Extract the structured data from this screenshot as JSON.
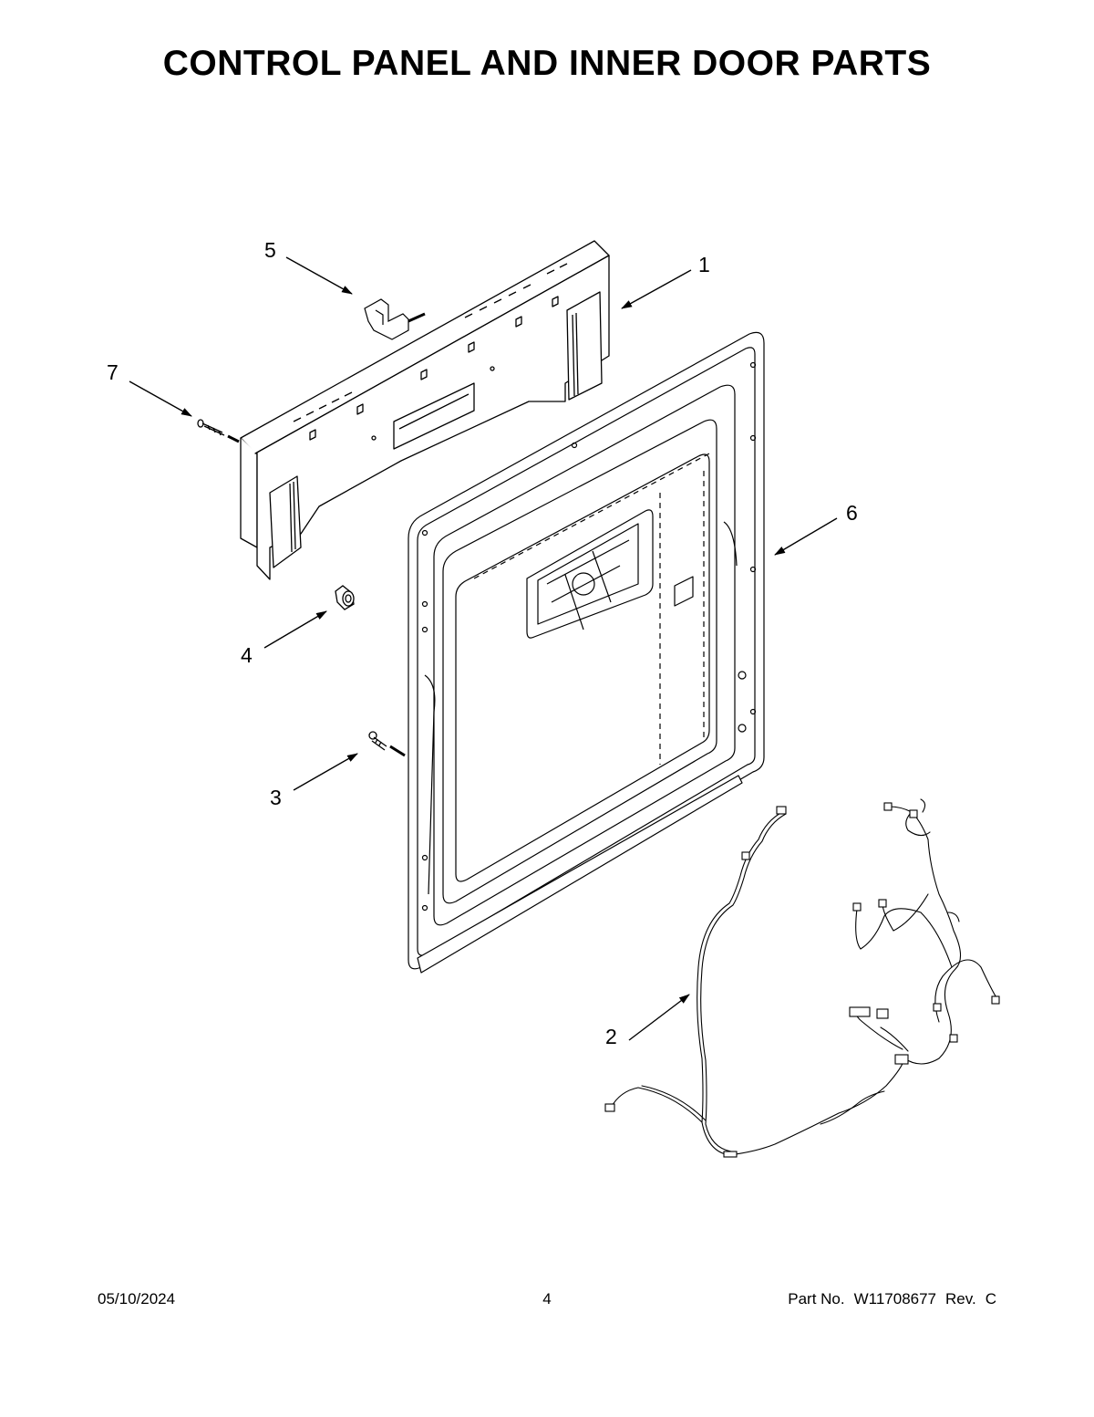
{
  "page": {
    "title": "CONTROL PANEL AND INNER DOOR PARTS"
  },
  "diagram": {
    "callouts": [
      {
        "id": "1",
        "label": "1",
        "part": "control-panel"
      },
      {
        "id": "2",
        "label": "2",
        "part": "wire-harness"
      },
      {
        "id": "3",
        "label": "3",
        "part": "door-screw"
      },
      {
        "id": "4",
        "label": "4",
        "part": "door-bumper"
      },
      {
        "id": "5",
        "label": "5",
        "part": "control-switch"
      },
      {
        "id": "6",
        "label": "6",
        "part": "inner-door"
      },
      {
        "id": "7",
        "label": "7",
        "part": "panel-screw"
      }
    ]
  },
  "footer": {
    "date": "05/10/2024",
    "page_number": "4",
    "part_no_label": "Part No.",
    "part_no": "W11708677",
    "rev_label": "Rev.",
    "rev": "C"
  }
}
